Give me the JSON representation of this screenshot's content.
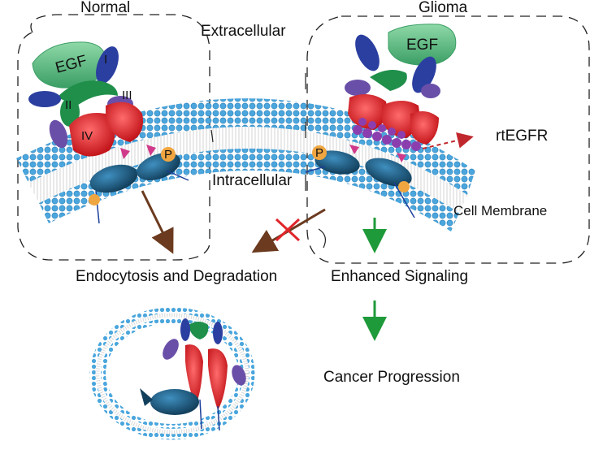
{
  "labels": {
    "normal": "Normal",
    "glioma": "Glioma",
    "extracellular": "Extracellular",
    "intracellular": "Intracellular",
    "rtegfr": "rtEGFR",
    "cell_membrane": "Cell Membrane",
    "endocytosis": "Endocytosis and Degradation",
    "enhanced_signaling": "Enhanced Signaling",
    "cancer_progression": "Cancer Progression"
  },
  "egf_left": "EGF",
  "egf_right": "EGF",
  "domains": {
    "i": "I",
    "ii": "II",
    "iii": "III",
    "iv": "IV"
  },
  "phospho_left": "P",
  "phospho_right": "P",
  "colors": {
    "membrane": "#4aa6dc",
    "egf": "#5fbf85",
    "domain_blue": "#2b3fa0",
    "domain_green": "#1f8f4a",
    "domain_red": "#e0262b",
    "kinase": "#1f5f86",
    "phospho": "#f0a640",
    "arrow_brown": "#6b3a1f",
    "arrow_green": "#1f9a3a",
    "block_red": "#e0262b",
    "rtegfr_arrow": "#c0282e",
    "vesicle": "#4aa6dc"
  }
}
